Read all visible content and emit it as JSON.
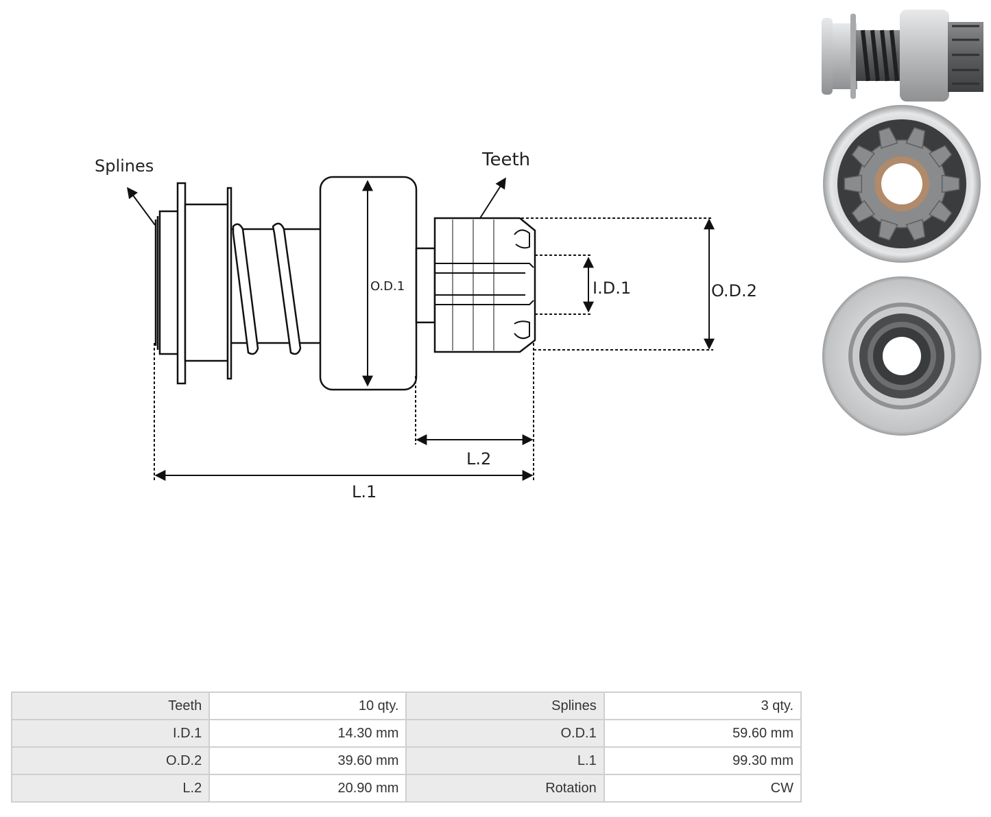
{
  "diagram": {
    "labels": {
      "splines": "Splines",
      "teeth": "Teeth",
      "od1": "O.D.1",
      "id1": "I.D.1",
      "od2": "O.D.2",
      "l1": "L.1",
      "l2": "L.2"
    }
  },
  "photos": [
    {
      "view": "side",
      "icon": "starter-drive-side-photo"
    },
    {
      "view": "front",
      "icon": "starter-drive-gear-front-photo"
    },
    {
      "view": "rear",
      "icon": "starter-drive-rear-photo"
    }
  ],
  "colors": {
    "line": "#111111",
    "metal_light": "#d9dadb",
    "metal_dark": "#5a5c5e",
    "bronze": "#b08a6a",
    "table_label_bg": "#ebebeb",
    "table_border": "#cfcfcf"
  },
  "specs": {
    "rows": [
      [
        {
          "label": "Teeth",
          "value": "10 qty."
        },
        {
          "label": "Splines",
          "value": "3 qty."
        }
      ],
      [
        {
          "label": "I.D.1",
          "value": "14.30 mm"
        },
        {
          "label": "O.D.1",
          "value": "59.60 mm"
        }
      ],
      [
        {
          "label": "O.D.2",
          "value": "39.60 mm"
        },
        {
          "label": "L.1",
          "value": "99.30 mm"
        }
      ],
      [
        {
          "label": "L.2",
          "value": "20.90 mm"
        },
        {
          "label": "Rotation",
          "value": "CW"
        }
      ]
    ]
  }
}
